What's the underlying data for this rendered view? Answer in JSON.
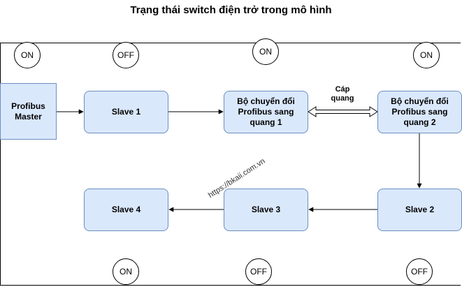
{
  "title": "Trạng thái switch điện trở trong mô hình",
  "nodes": {
    "master": "Profibus\nMaster",
    "slave1": "Slave 1",
    "converter1": "Bộ chuyển đổi\nProfibus sang\nquang 1",
    "converter2": "Bộ chuyển đổi\nProfibus sang\nquang 2",
    "slave2": "Slave 2",
    "slave3": "Slave 3",
    "slave4": "Slave 4"
  },
  "switches": {
    "master": "ON",
    "slave1": "OFF",
    "converter1": "ON",
    "converter2": "ON",
    "slave4": "ON",
    "slave3": "OFF",
    "slave2": "OFF"
  },
  "link_label": "Cáp\nquang",
  "watermark": "https://bkaii.com.vn",
  "colors": {
    "node_fill": "#dae8fc",
    "node_border": "#6c8ebf"
  }
}
